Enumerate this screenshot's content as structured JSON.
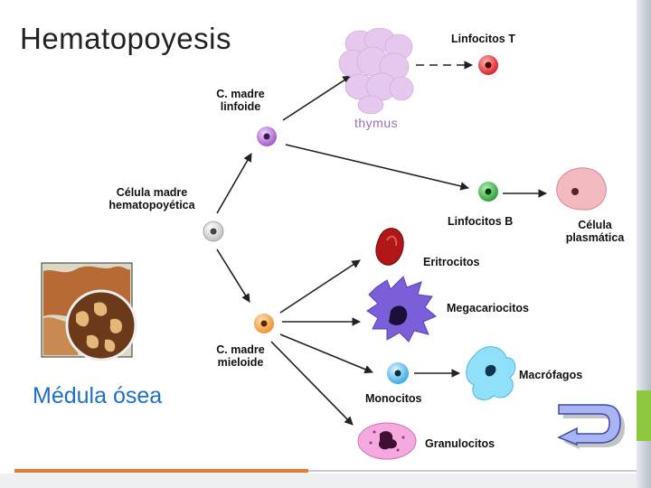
{
  "title": "Hematopoyesis",
  "bone_marrow_label": "Médula ósea",
  "cells": {
    "stem_cell": "Célula madre\nhematopoyética",
    "lymphoid": "C. madre\nlinfoide",
    "myeloid": "C. madre\nmieloide",
    "t_cells": "Linfocitos T",
    "b_cells": "Linfocitos B",
    "plasma": "Célula\nplasmática",
    "erythrocytes": "Eritrocitos",
    "megakaryocytes": "Megacariocitos",
    "macrophages": "Macrófagos",
    "monocytes": "Monocitos",
    "granulocytes": "Granulocitos",
    "thymus": "thymus"
  },
  "colors": {
    "title": "#222222",
    "bone_marrow": "#1f6fc7",
    "accent_orange": "#e8792e",
    "accent_green": "#8dc63f"
  }
}
